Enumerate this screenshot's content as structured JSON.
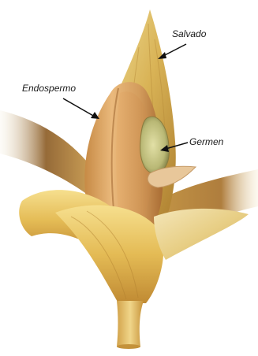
{
  "labels": {
    "bran": "Salvado",
    "endosperm": "Endospermo",
    "germ": "Germen"
  },
  "colors": {
    "background": "#ffffff",
    "husk_light": "#e8d27a",
    "husk_mid": "#d4a94a",
    "husk_dark": "#a9782a",
    "kernel_light": "#e9b77a",
    "kernel_dark": "#b8793e",
    "germ": "#c9c98a",
    "label_text": "#1a1a1a"
  }
}
